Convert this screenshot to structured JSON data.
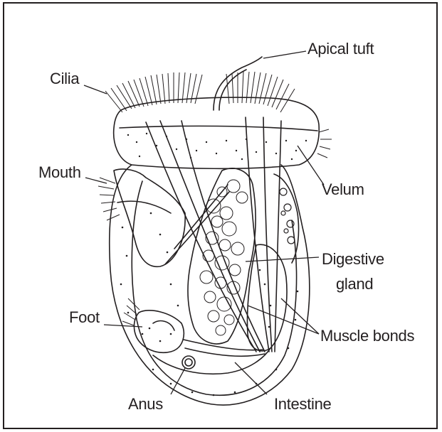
{
  "labels": {
    "apical_tuft": "Apical tuft",
    "cilia": "Cilia",
    "mouth": "Mouth",
    "velum": "Velum",
    "digestive_gland_line1": "Digestive",
    "digestive_gland_line2": "gland",
    "foot": "Foot",
    "muscle_bonds": "Muscle bonds",
    "anus": "Anus",
    "intestine": "Intestine"
  },
  "colors": {
    "ink": "#231f20",
    "background": "#ffffff"
  }
}
